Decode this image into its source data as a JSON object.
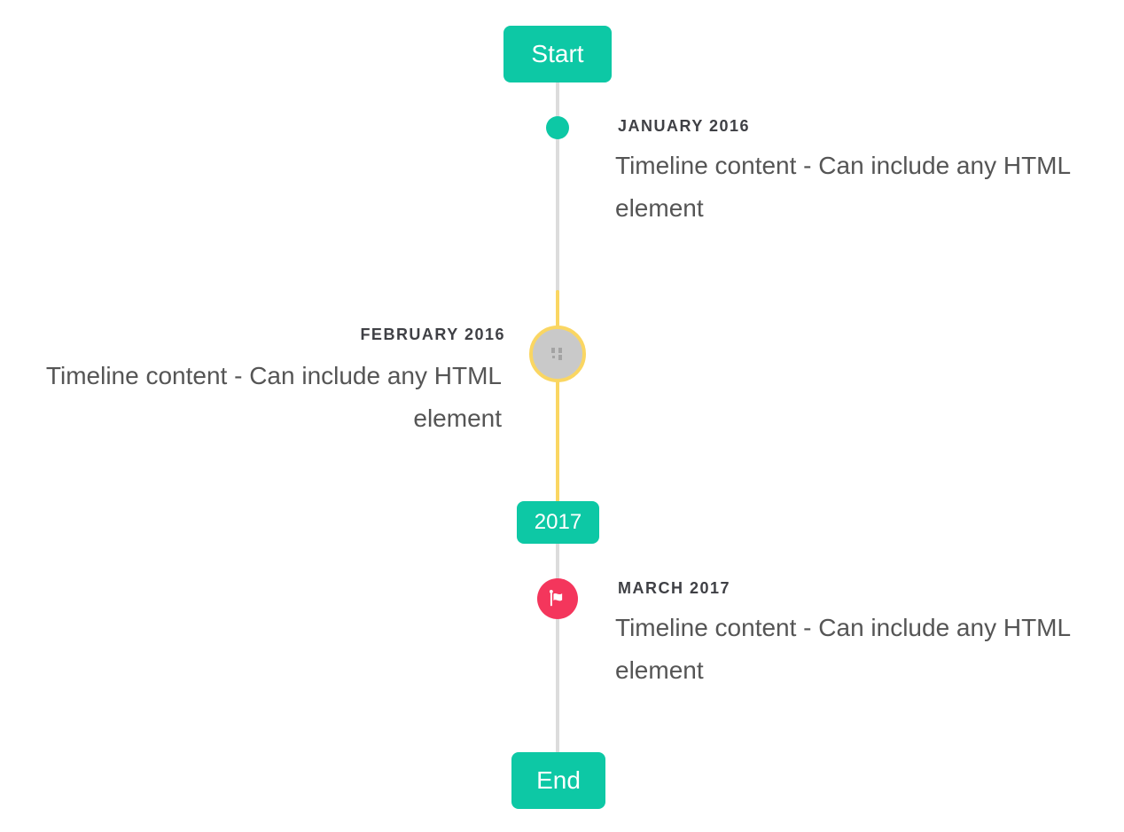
{
  "timeline": {
    "start_label": "Start",
    "end_label": "End",
    "year_badge": "2017",
    "items": [
      {
        "title": "JANUARY 2016",
        "content": "Timeline content - Can include any HTML element",
        "side": "right",
        "marker": "dot-marker"
      },
      {
        "title": "FEBRUARY 2016",
        "content": "Timeline content - Can include any HTML element",
        "side": "left",
        "marker": "broken-image-marker"
      },
      {
        "title": "MARCH 2017",
        "content": "Timeline content - Can include any HTML element",
        "side": "right",
        "marker": "flag-marker"
      }
    ],
    "colors": {
      "accent_teal": "#0dc8a5",
      "active_yellow": "#fad662",
      "flag_red": "#f4365c",
      "line_gray": "#dcdcdc",
      "image_placeholder_gray": "#c9c9c9",
      "title_text": "#3f4045",
      "content_text": "#555555"
    }
  }
}
